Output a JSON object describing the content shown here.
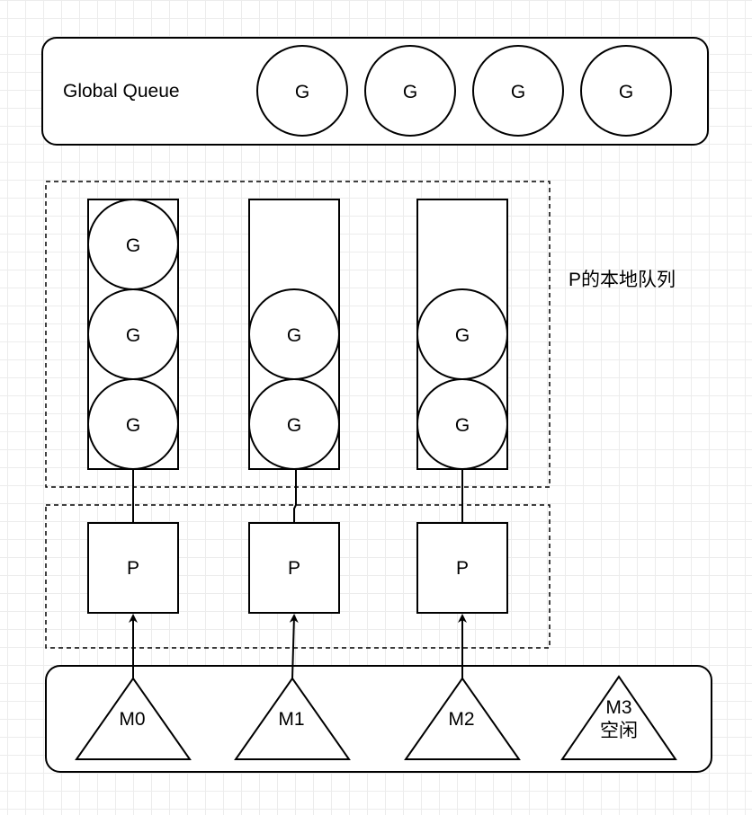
{
  "global_queue": {
    "label": "Global Queue",
    "goroutines": [
      "G",
      "G",
      "G",
      "G"
    ]
  },
  "local_queue_label": "P的本地队列",
  "processors": [
    {
      "label": "P",
      "queue": [
        "G",
        "G",
        "G"
      ],
      "machine": "M0"
    },
    {
      "label": "P",
      "queue": [
        "G",
        "G"
      ],
      "machine": "M1"
    },
    {
      "label": "P",
      "queue": [
        "G",
        "G"
      ],
      "machine": "M2"
    }
  ],
  "idle_machine": {
    "name": "M3",
    "status": "空闲"
  },
  "colors": {
    "stroke": "#000000",
    "fill": "#ffffff",
    "grid": "#ececec"
  }
}
